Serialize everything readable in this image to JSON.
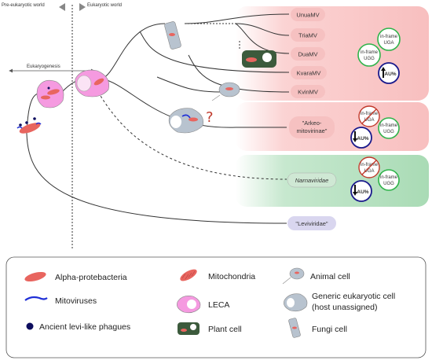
{
  "header": {
    "pre_world": "Pre-eukaryotic world",
    "euk_world": "Eukaryotic world",
    "eukaryogenesis": "Eukaryogenesis"
  },
  "leaves": [
    {
      "label": "UnuaMV",
      "fill": "#f6c1c1"
    },
    {
      "label": "TriaMV",
      "fill": "#f6c1c1"
    },
    {
      "label": "DuaMV",
      "fill": "#f6c1c1"
    },
    {
      "label": "KvaraMV",
      "fill": "#f6c1c1"
    },
    {
      "label": "KvinMV",
      "fill": "#f6c1c1"
    },
    {
      "label": "\"Arkeo-",
      "label2": "mitovirinae\"",
      "fill": "#f6c1c1"
    },
    {
      "label": "Narnaviridae",
      "fill": "#cfe8d4"
    },
    {
      "label": "\"Leviviridae\"",
      "fill": "#d9d6ef"
    }
  ],
  "features": {
    "inframe": "in-frame",
    "uga": "UGA",
    "ugg": "UGG",
    "au": "AU%"
  },
  "question_mark": "?",
  "legend": {
    "alpha": "Alpha-protebacteria",
    "mitoviruses": "Mitoviruses",
    "phagues": "Ancient levi-like phagues",
    "mito": "Mitochondria",
    "leca": "LECA",
    "plant": "Plant cell",
    "animal": "Animal cell",
    "generic1": "Generic eukaryotic cell",
    "generic2": "(host unassigned)",
    "fungi": "Fungi cell"
  },
  "colors": {
    "pink_panel": "#fbd3d3",
    "green_panel": "#c7e8cf",
    "circle_green": "#2fb34a",
    "circle_blue": "#1a1a8c",
    "cross_red": "#c0392b",
    "alpha_red": "#e8655f",
    "leca_pink": "#f59ae0",
    "plant_green": "#3c5a3c"
  }
}
